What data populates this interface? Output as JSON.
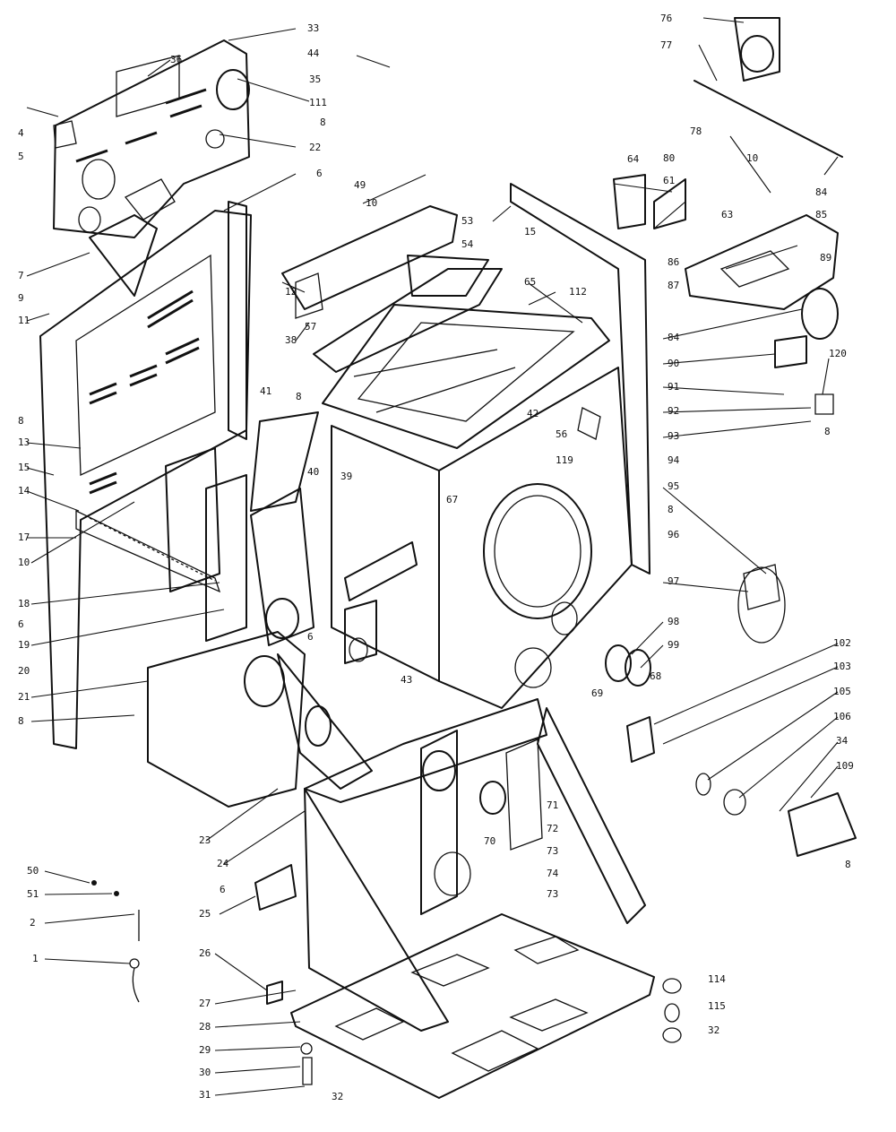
{
  "diagram": {
    "callouts": [
      "33",
      "36",
      "44",
      "35",
      "111",
      "8",
      "22",
      "4",
      "5",
      "6",
      "7",
      "9",
      "11",
      "8",
      "13",
      "15",
      "14",
      "17",
      "10",
      "18",
      "6",
      "19",
      "20",
      "21",
      "8",
      "49",
      "10",
      "53",
      "54",
      "15",
      "12",
      "57",
      "38",
      "41",
      "8",
      "40",
      "39",
      "6",
      "42",
      "43",
      "112",
      "65",
      "64",
      "80",
      "61",
      "78",
      "10",
      "84",
      "85",
      "63",
      "86",
      "89",
      "87",
      "84",
      "90",
      "91",
      "92",
      "93",
      "94",
      "120",
      "8",
      "56",
      "119",
      "67",
      "95",
      "8",
      "96",
      "97",
      "98",
      "99",
      "102",
      "103",
      "105",
      "106",
      "34",
      "109",
      "8",
      "68",
      "69",
      "70",
      "71",
      "72",
      "73",
      "74",
      "73",
      "23",
      "24",
      "6",
      "25",
      "26",
      "27",
      "28",
      "29",
      "30",
      "31",
      "32",
      "50",
      "51",
      "2",
      "1",
      "114",
      "115",
      "32",
      "76",
      "77"
    ]
  }
}
